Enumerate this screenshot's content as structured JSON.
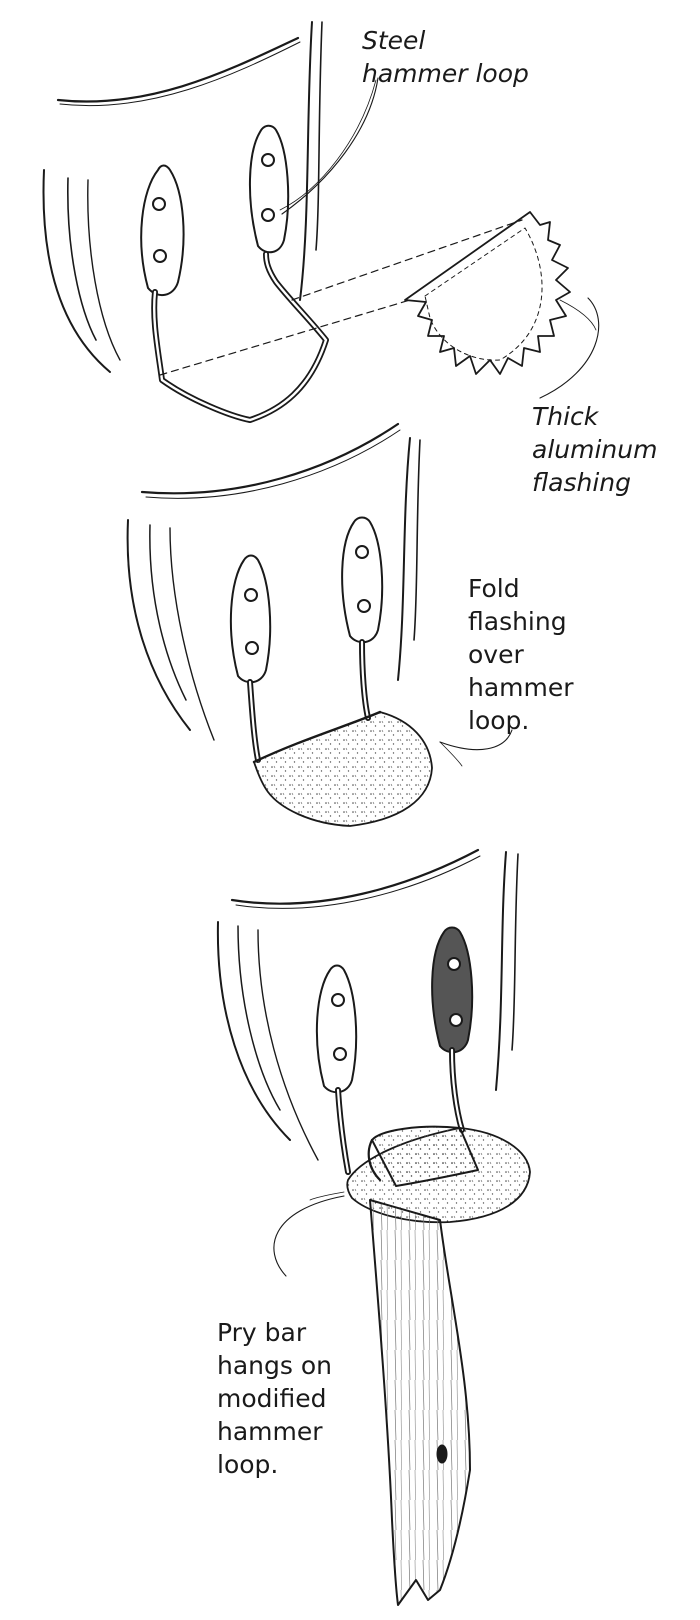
{
  "labels": {
    "steel_hammer_loop": [
      "Steel",
      "hammer loop"
    ],
    "thick_aluminum_flashing": [
      "Thick",
      "aluminum",
      "flashing"
    ],
    "fold_flashing": [
      "Fold",
      "flashing",
      "over",
      "hammer",
      "loop."
    ],
    "pry_bar": [
      "Pry bar",
      "hangs on",
      "modified",
      "hammer",
      "loop."
    ]
  },
  "colors": {
    "ink": "#1a1a1a",
    "background": "#ffffff"
  }
}
